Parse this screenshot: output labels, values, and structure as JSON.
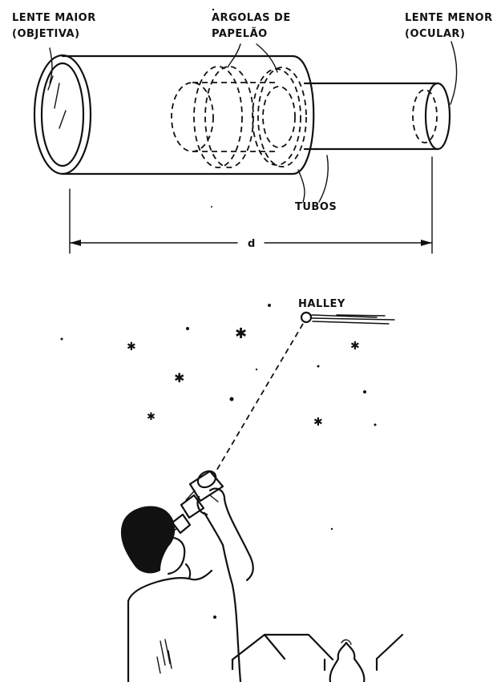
{
  "diagram": {
    "labels": {
      "objective_lens_line1": "LENTE MAIOR",
      "objective_lens_line2": "(OBJETIVA)",
      "rings_line1": "ARGOLAS DE",
      "rings_line2": "PAPELÃO",
      "eyepiece_line1": "LENTE MENOR",
      "eyepiece_line2": "(OCULAR)",
      "tubes": "TUBOS",
      "distance": "d"
    }
  },
  "scene": {
    "comet_label": "HALLEY"
  }
}
